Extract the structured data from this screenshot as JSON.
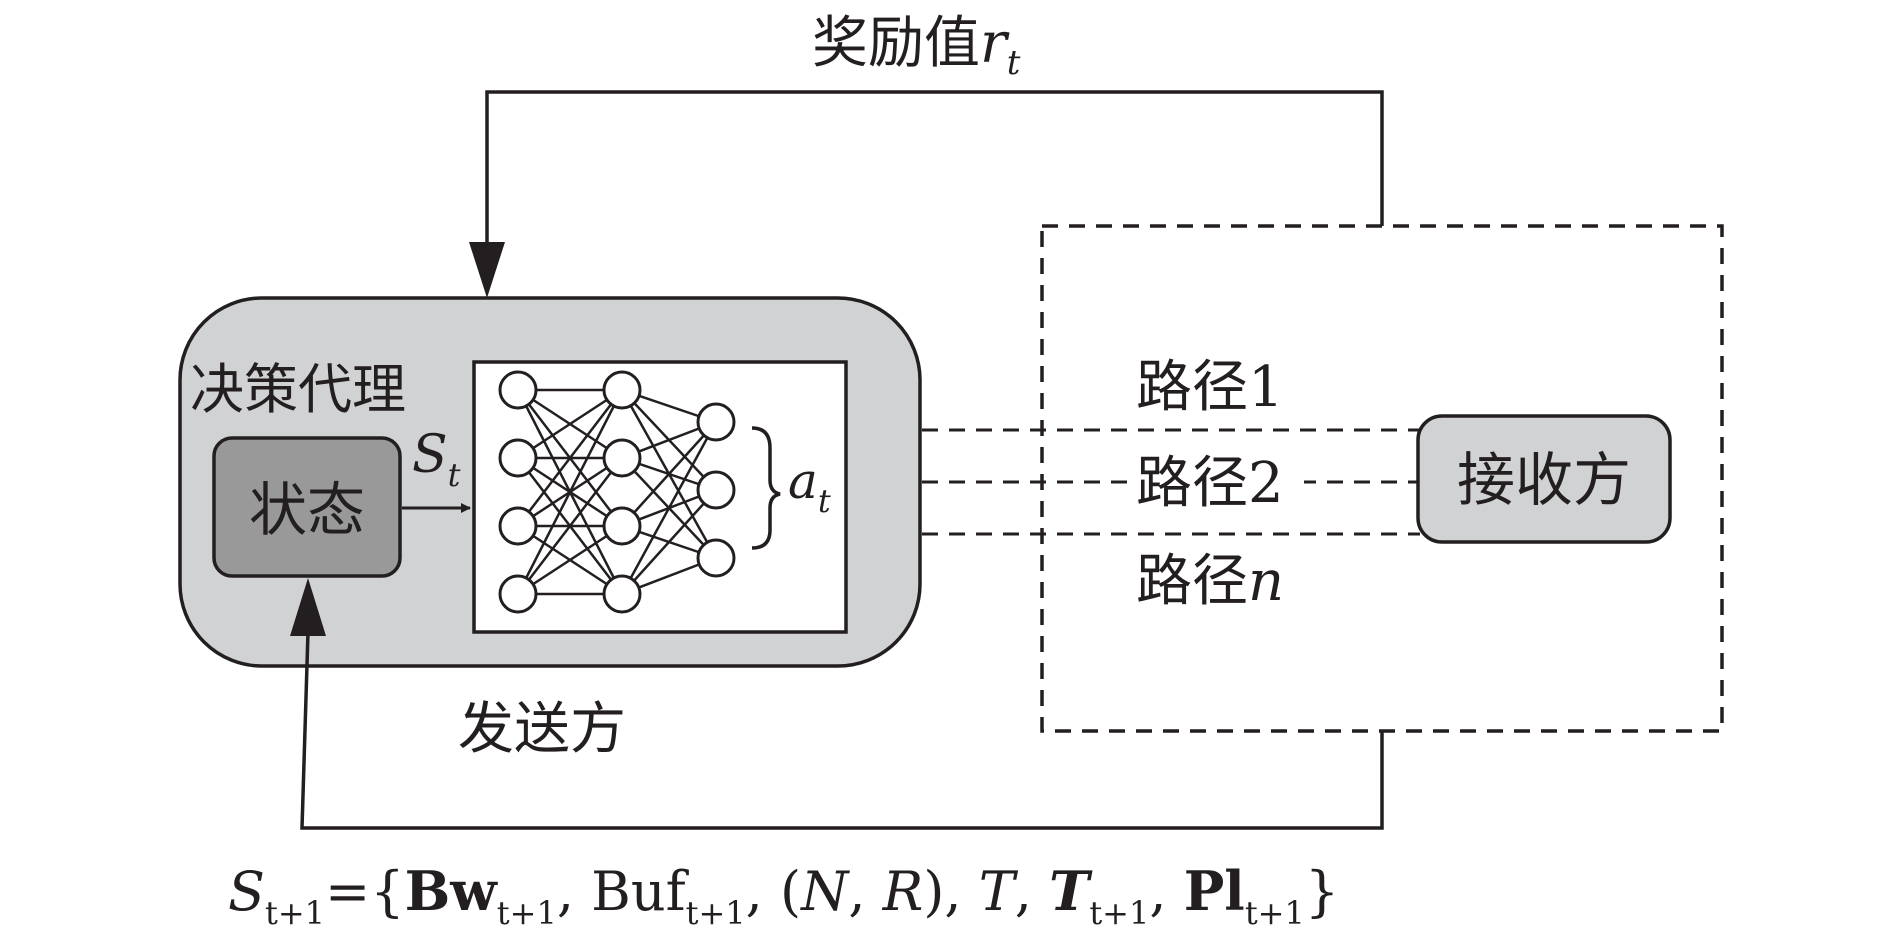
{
  "reward": {
    "label": "奖励值",
    "var": "r",
    "sub": "t"
  },
  "sender": {
    "label": "发送方",
    "agent_label": "决策代理",
    "state_label": "状态"
  },
  "state_arrow": {
    "var": "S",
    "sub": "t"
  },
  "action": {
    "var": "a",
    "sub": "t"
  },
  "receiver": {
    "label": "接收方"
  },
  "paths": [
    {
      "prefix": "路径",
      "suffix": "1",
      "suffix_italic": false
    },
    {
      "prefix": "路径",
      "suffix": "2",
      "suffix_italic": false
    },
    {
      "prefix": "路径",
      "suffix": "n",
      "suffix_italic": true
    }
  ],
  "next_state": {
    "var": "S",
    "sub": "t+1",
    "eq": "=",
    "open": "{",
    "close": "}",
    "sep": ",",
    "bw": "Bw",
    "buf": "Buf",
    "nr_open": "(",
    "n": "N",
    "r": "R",
    "nr_close": ")",
    "t": "T",
    "t_bold": "T",
    "pl": "Pl"
  },
  "network": {
    "layers": [
      4,
      4,
      3
    ]
  },
  "colors": {
    "line": "#231f20",
    "sender_fill": "#d1d2d4",
    "state_fill": "#999999",
    "receiver_fill": "#d1d2d4",
    "nn_fill": "#ffffff"
  }
}
